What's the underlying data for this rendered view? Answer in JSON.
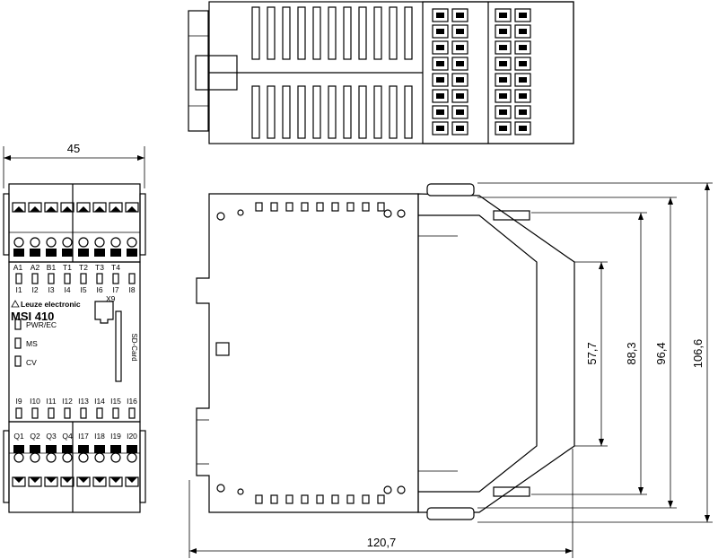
{
  "dimensions": {
    "front_width": "45",
    "side_length": "120,7",
    "height_1": "57,7",
    "height_2": "88,3",
    "height_3": "96,4",
    "height_4": "106,6"
  },
  "front_panel": {
    "brand": "Leuze electronic",
    "model": "MSI 410",
    "top_terminals": [
      "A1",
      "A2",
      "B1",
      "T1",
      "T2",
      "T3",
      "T4"
    ],
    "top_inputs": [
      "I1",
      "I2",
      "I3",
      "I4",
      "I5",
      "I6",
      "I7",
      "I8"
    ],
    "bottom_inputs": [
      "I9",
      "I10",
      "I11",
      "I12",
      "I13",
      "I14",
      "I15",
      "I16"
    ],
    "bottom_outputs": [
      "Q1",
      "Q2",
      "Q3",
      "Q4",
      "I17",
      "I18",
      "I19",
      "I20"
    ],
    "leds": [
      "PWR/EC",
      "MS",
      "CV"
    ],
    "connector_label": "X9",
    "card_label": "SD-Card"
  }
}
